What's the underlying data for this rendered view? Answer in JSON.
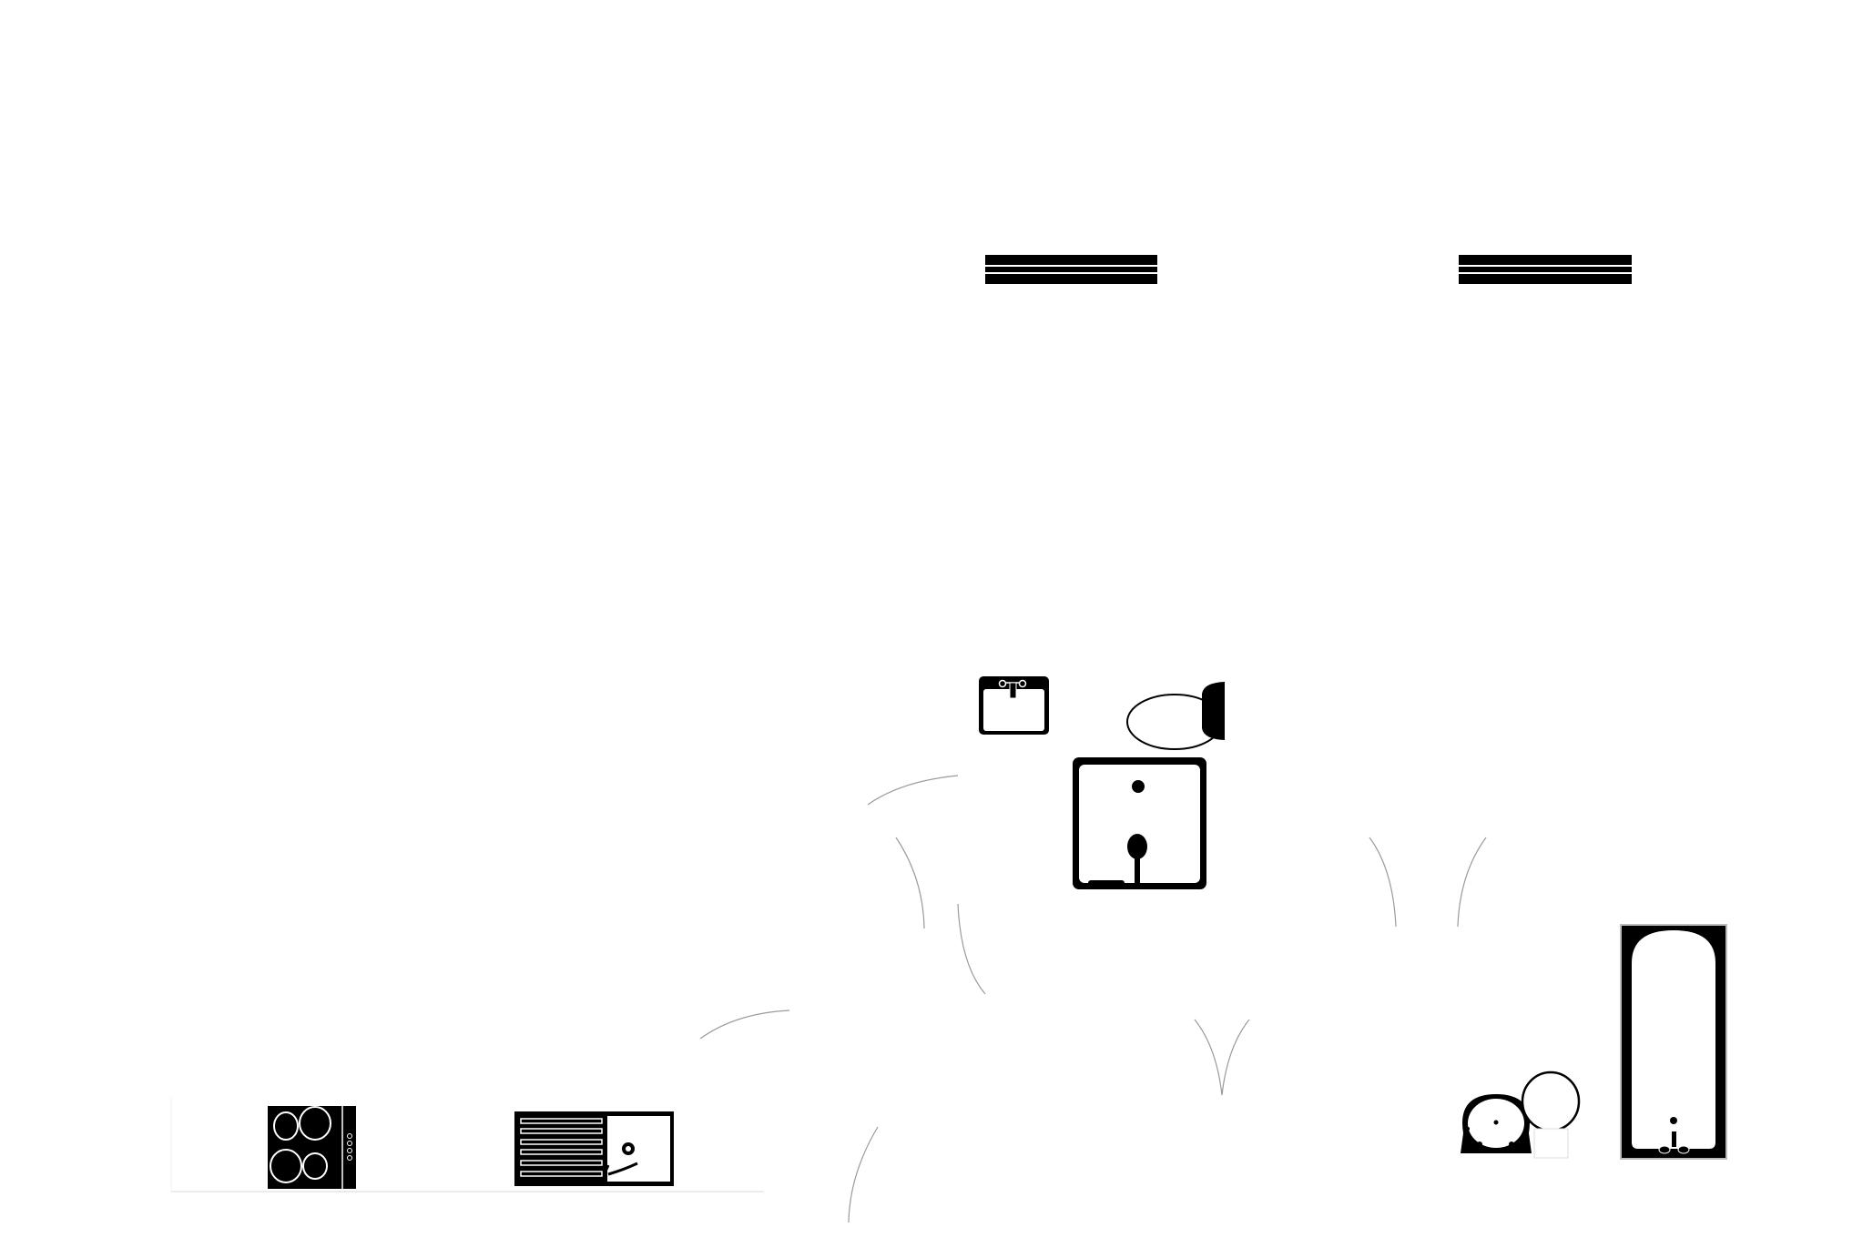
{
  "colors": {
    "background": "#ffffff",
    "fixture_fill": "#000000",
    "fixture_line": "#ffffff",
    "door_arc": "#9a9a9a",
    "counter_line": "#e6e6e6"
  },
  "plan": {
    "fixtures": [
      "window",
      "window",
      "washbasin",
      "toilet",
      "shower-tray",
      "bathtub",
      "bidet",
      "toilet-round",
      "hob",
      "kitchen-sink"
    ]
  }
}
